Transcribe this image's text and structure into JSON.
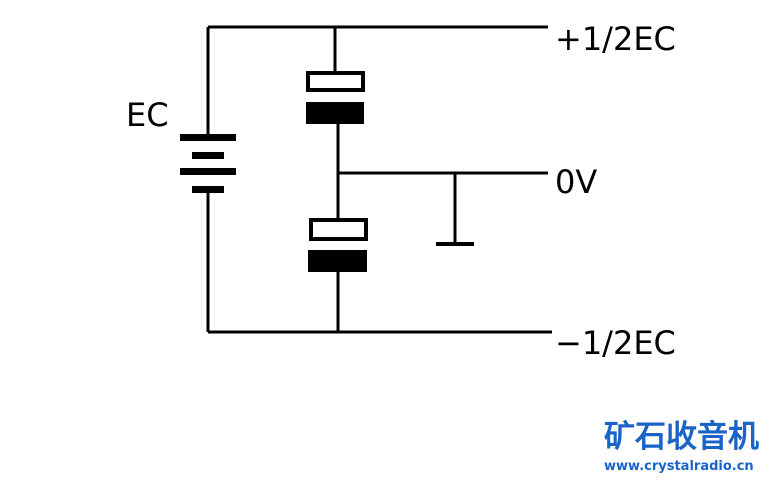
{
  "labels": {
    "battery": "EC",
    "top_rail": "+1/2EC",
    "midpoint": "0V",
    "bottom_rail": "−1/2EC"
  },
  "watermark": {
    "brand": "矿石收音机",
    "url": "www.crystalradio.cn"
  },
  "colors": {
    "wire": "#000000",
    "watermark_brand": "#1a64c8",
    "watermark_url": "#1a64c8"
  }
}
